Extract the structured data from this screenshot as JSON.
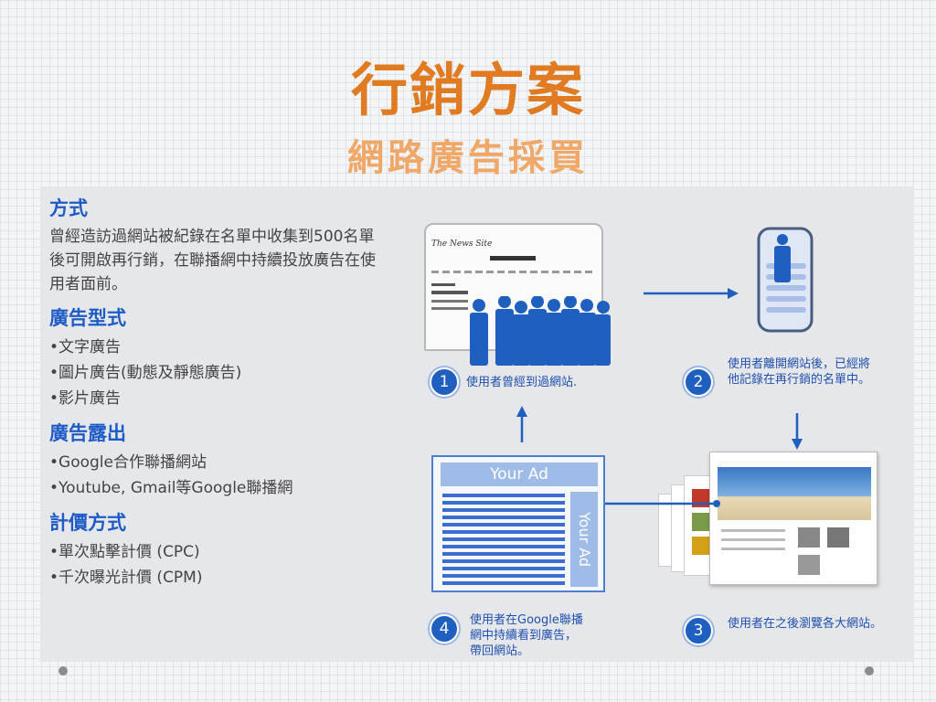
{
  "title": "行銷方案",
  "subtitle": "網路廣告採買",
  "sections": {
    "method": {
      "heading": "方式",
      "text": "曾經造訪過網站被紀錄在名單中收集到500名單後可開啟再行銷，在聯播網中持續投放廣告在使用者面前。"
    },
    "ad_types": {
      "heading": "廣告型式",
      "items": [
        "•文字廣告",
        "•圖片廣告(動態及靜態廣告)",
        "•影片廣告"
      ]
    },
    "ad_exposure": {
      "heading": "廣告露出",
      "items": [
        "•Google合作聯播網站",
        "•Youtube, Gmail等Google聯播網"
      ]
    },
    "pricing": {
      "heading": "計價方式",
      "items": [
        "•單次點擊計價 (CPC)",
        "•千次曝光計價 (CPM)"
      ]
    }
  },
  "diagram": {
    "site_name": "The News Site",
    "ad_label": "Your Ad",
    "steps": [
      {
        "num": "1",
        "text": "使用者曾經到過網站."
      },
      {
        "num": "2",
        "line1": "使用者離開網站後，已經將",
        "line2": "他記錄在再行銷的名單中。"
      },
      {
        "num": "3",
        "text": "使用者在之後瀏覽各大網站。"
      },
      {
        "num": "4",
        "line1": "使用者在Google聯播",
        "line2": "網中持續看到廣告，",
        "line3": "帶回網站。"
      }
    ]
  },
  "colors": {
    "title": "#e07b22",
    "subtitle": "#f0a868",
    "heading": "#1e5bc6",
    "accent": "#1f5fbf"
  }
}
